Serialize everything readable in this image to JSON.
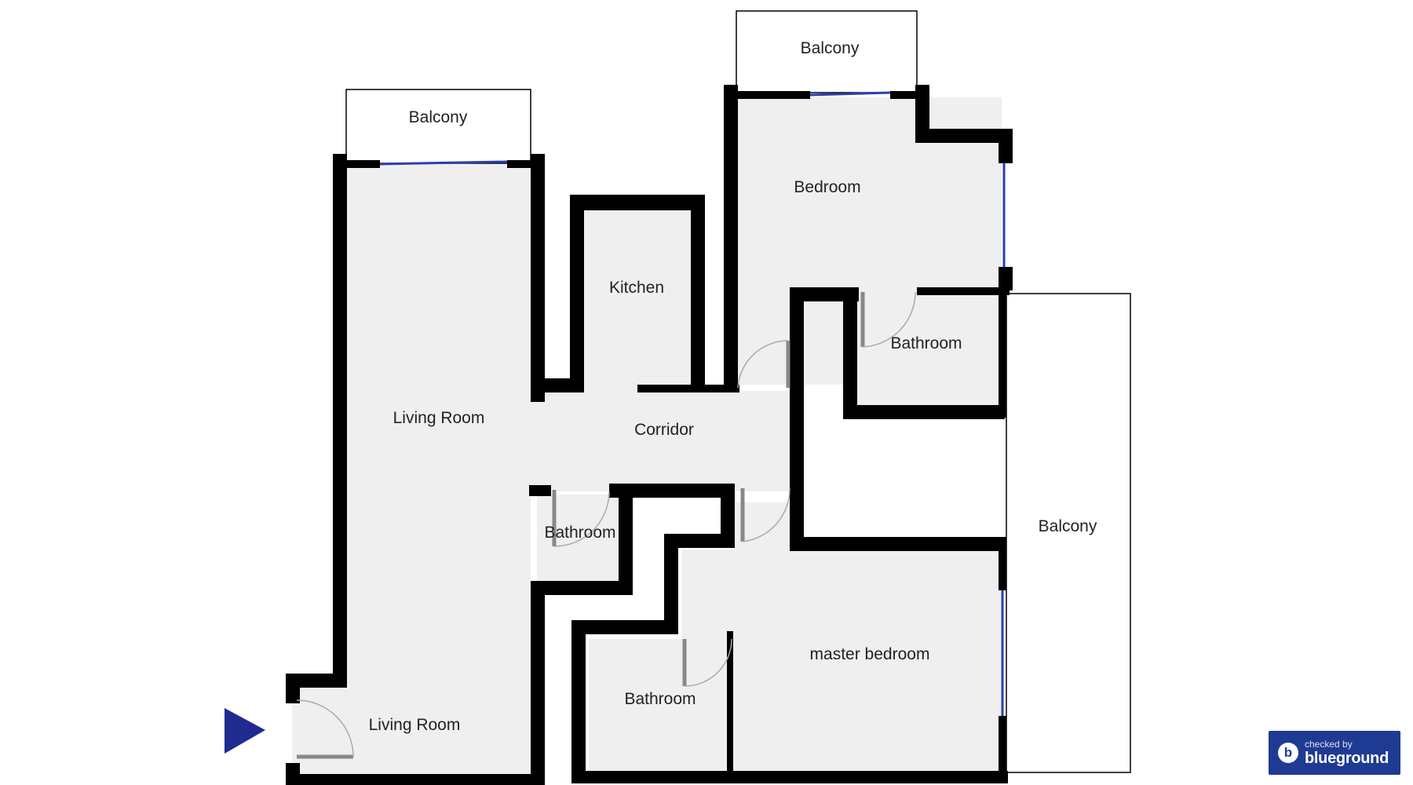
{
  "rooms": {
    "balcony_left": "Balcony",
    "balcony_top": "Balcony",
    "balcony_right": "Balcony",
    "kitchen": "Kitchen",
    "bedroom": "Bedroom",
    "bathroom_upper_right": "Bathroom",
    "living_room_upper": "Living Room",
    "corridor": "Corridor",
    "bathroom_middle": "Bathroom",
    "master_bedroom": "master bedroom",
    "bathroom_lower": "Bathroom",
    "living_room_lower": "Living Room"
  },
  "badge": {
    "caption": "checked by",
    "brand": "blueground",
    "icon": "blueground-logo-icon"
  },
  "entrance": {
    "icon": "entrance-arrow-icon"
  },
  "colors": {
    "wall": "#000000",
    "floor": "#efefef",
    "window": "#2a3fb0",
    "door": "#888888",
    "entrance_arrow": "#1f2b8f",
    "badge": "#1f3a93"
  }
}
